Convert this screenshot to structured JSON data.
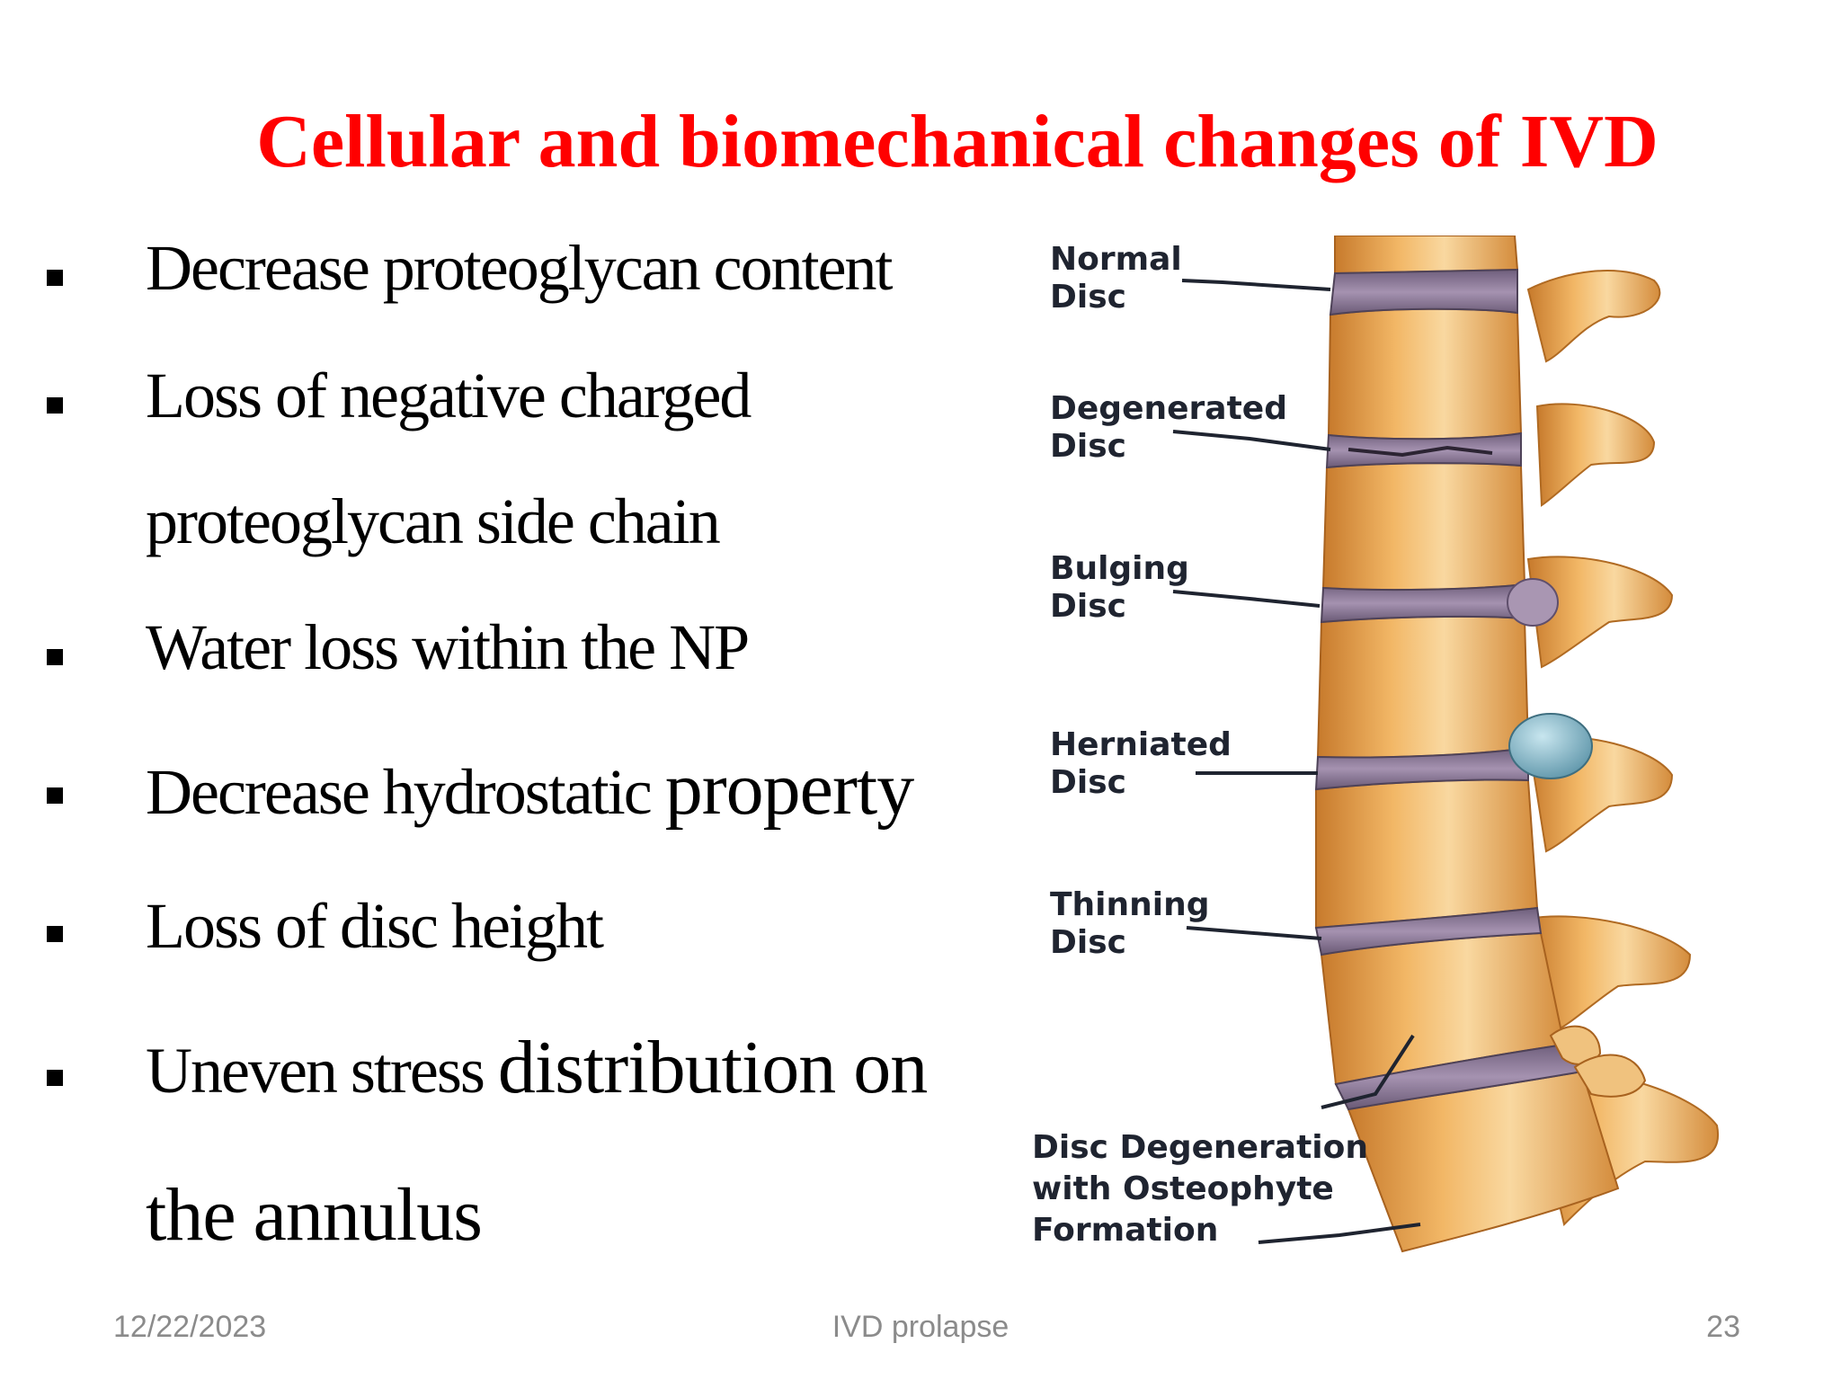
{
  "slide": {
    "title": "Cellular and biomechanical changes of IVD",
    "bullets": [
      {
        "lines": [
          [
            {
              "t": "Decrease proteoglycan content"
            }
          ]
        ]
      },
      {
        "lines": [
          [
            {
              "t": "Loss of negative charged"
            }
          ],
          [
            {
              "t": "proteoglycan side chain"
            }
          ]
        ]
      },
      {
        "lines": [
          [
            {
              "t": "Water loss within the NP"
            }
          ]
        ]
      },
      {
        "lines": [
          [
            {
              "t": "Decrease hydrostatic "
            },
            {
              "t": "property",
              "big": true
            }
          ]
        ]
      },
      {
        "lines": [
          [
            {
              "t": "Loss of disc height"
            }
          ]
        ]
      },
      {
        "lines": [
          [
            {
              "t": "Uneven stress "
            },
            {
              "t": "distribution on",
              "big": true
            }
          ],
          [
            {
              "t": "the annulus",
              "big": true
            }
          ]
        ]
      }
    ],
    "figure": {
      "labels": [
        {
          "line1": "Normal",
          "line2": "Disc"
        },
        {
          "line1": "Degenerated",
          "line2": "Disc"
        },
        {
          "line1": "Bulging",
          "line2": "Disc"
        },
        {
          "line1": "Herniated",
          "line2": "Disc"
        },
        {
          "line1": "Thinning",
          "line2": "Disc"
        },
        {
          "line1": "Disc Degeneration",
          "line2": "with Osteophyte",
          "line3": "Formation"
        }
      ],
      "colors": {
        "bone": "#e9a34d",
        "bone_light": "#f7d29a",
        "bone_dark": "#b86e22",
        "disc": "#8c7a98",
        "herniation": "#86b8c8",
        "bulge": "#a996b2"
      }
    },
    "footer": {
      "date": "12/22/2023",
      "center": "IVD prolapse",
      "page": "23"
    }
  }
}
